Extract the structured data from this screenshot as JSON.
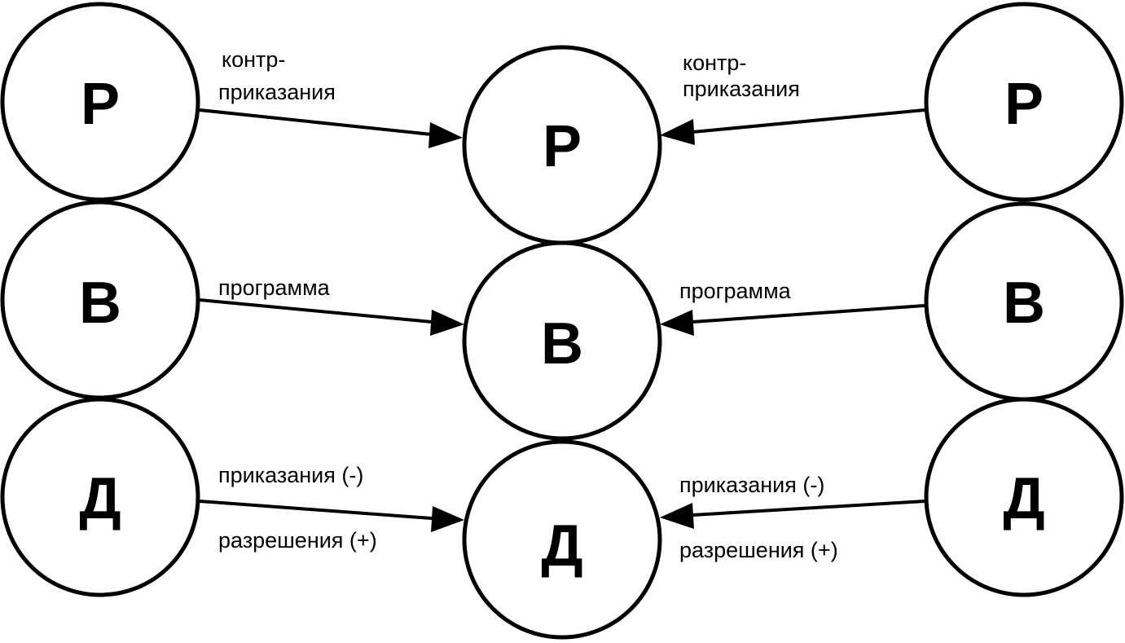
{
  "nodes": {
    "left": [
      "Р",
      "В",
      "Д"
    ],
    "center": [
      "Р",
      "В",
      "Д"
    ],
    "right": [
      "Р",
      "В",
      "Д"
    ]
  },
  "edges": {
    "left": [
      {
        "line1": "контр-",
        "line2": "приказания"
      },
      {
        "line1": "программа"
      },
      {
        "line1": "приказания (-)",
        "line2": "разрешения (+)"
      }
    ],
    "right": [
      {
        "line1": "контр-",
        "line2": "приказания"
      },
      {
        "line1": "программа"
      },
      {
        "line1": "приказания (-)",
        "line2": "разрешения (+)"
      }
    ]
  }
}
